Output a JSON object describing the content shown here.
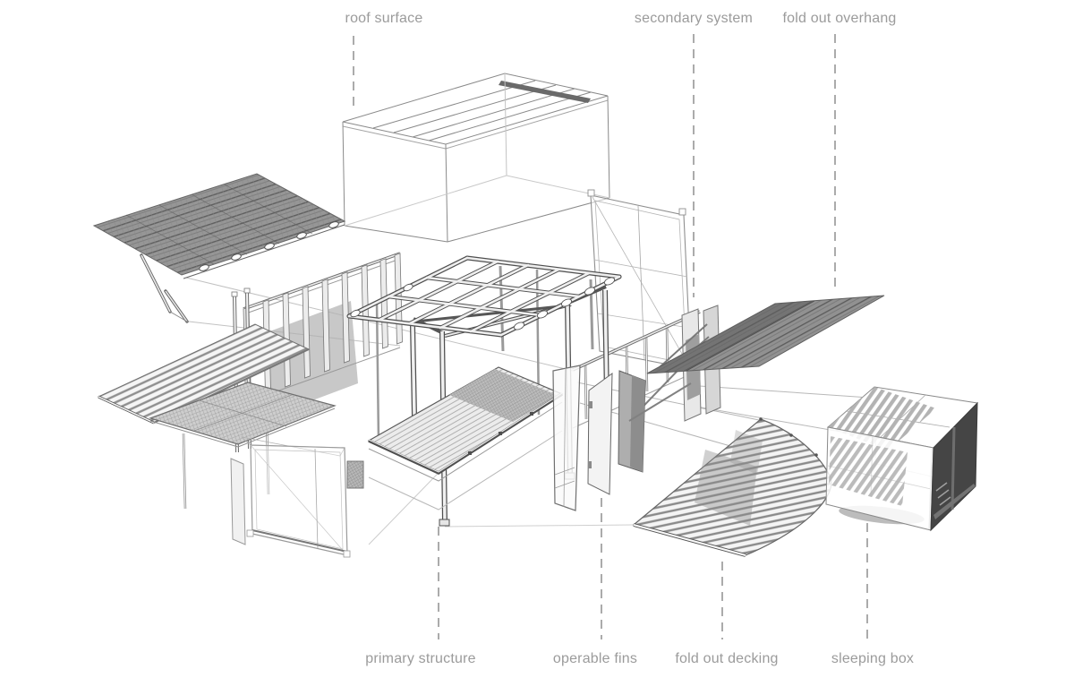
{
  "diagram": {
    "type": "exploded-axonometric-architecture-diagram",
    "background": "#ffffff",
    "colors": {
      "label": "#9b9b9b",
      "leader": "#8f8f8f",
      "linework": "#6e6e6e",
      "frame": "#4f4f4f",
      "hatch_panel": "#8e8e8e",
      "dark_interior": "#454545",
      "shadow": "#b3b3b3"
    },
    "labels": {
      "top": [
        {
          "id": "roof-surface",
          "text": "roof surface"
        },
        {
          "id": "secondary-system",
          "text": "secondary system"
        },
        {
          "id": "fold-out-overhang",
          "text": "fold out overhang"
        }
      ],
      "bottom": [
        {
          "id": "primary-structure",
          "text": "primary structure"
        },
        {
          "id": "operable-fins",
          "text": "operable fins"
        },
        {
          "id": "fold-out-decking",
          "text": "fold out decking"
        },
        {
          "id": "sleeping-box",
          "text": "sleeping box"
        }
      ]
    },
    "components": [
      "roof-surface-box",
      "fold-out-overhang-left-panel",
      "operable-fins-left-wall",
      "secondary-system-wall",
      "secondary-system-stud-wall",
      "fold-out-overhang-right-panel",
      "primary-structure-frame",
      "operable-fins-center-panels",
      "fold-out-decking-left-ramp",
      "grating-platform",
      "glass-panel-box",
      "fold-out-decking-right-ramp",
      "sleeping-box-volume"
    ]
  }
}
